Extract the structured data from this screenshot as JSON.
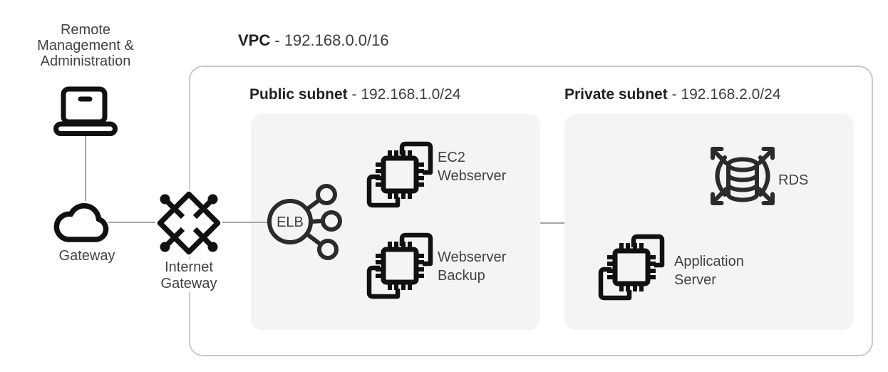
{
  "diagram": {
    "vpc": {
      "name": "VPC",
      "cidr": "- 192.168.0.0/16"
    },
    "public_subnet": {
      "name": "Public subnet",
      "cidr": "- 192.168.1.0/24"
    },
    "private_subnet": {
      "name": "Private subnet",
      "cidr": "- 192.168.2.0/24"
    },
    "nodes": {
      "remote": {
        "lines": [
          "Remote",
          "Management &",
          "Administration"
        ]
      },
      "cloud_gateway": {
        "label": "Gateway"
      },
      "internet_gateway": {
        "lines": [
          "Internet",
          "Gateway"
        ]
      },
      "elb": {
        "label": "ELB"
      },
      "ec2_webserver": {
        "lines": [
          "EC2",
          "Webserver"
        ]
      },
      "webserver_backup": {
        "lines": [
          "Webserver",
          "Backup"
        ]
      },
      "rds": {
        "label": "RDS"
      },
      "application_server": {
        "lines": [
          "Application",
          "Server"
        ]
      }
    },
    "colors": {
      "icon_stroke": "#111111",
      "text_regular": "#424242",
      "text_bold": "#212121",
      "subnet_panel": "#f4f4f4",
      "vpc_border": "#c6c9d3",
      "connector": "#a7a7a7"
    }
  }
}
